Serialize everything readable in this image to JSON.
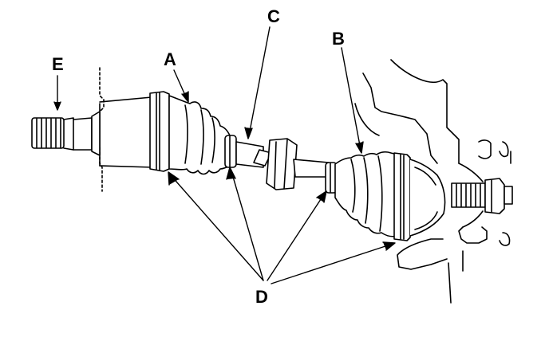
{
  "diagram": {
    "callouts": {
      "a": "A",
      "b": "B",
      "c": "C",
      "d": "D",
      "e": "E"
    },
    "colors": {
      "ink": "#000000",
      "paper": "#ffffff"
    }
  }
}
